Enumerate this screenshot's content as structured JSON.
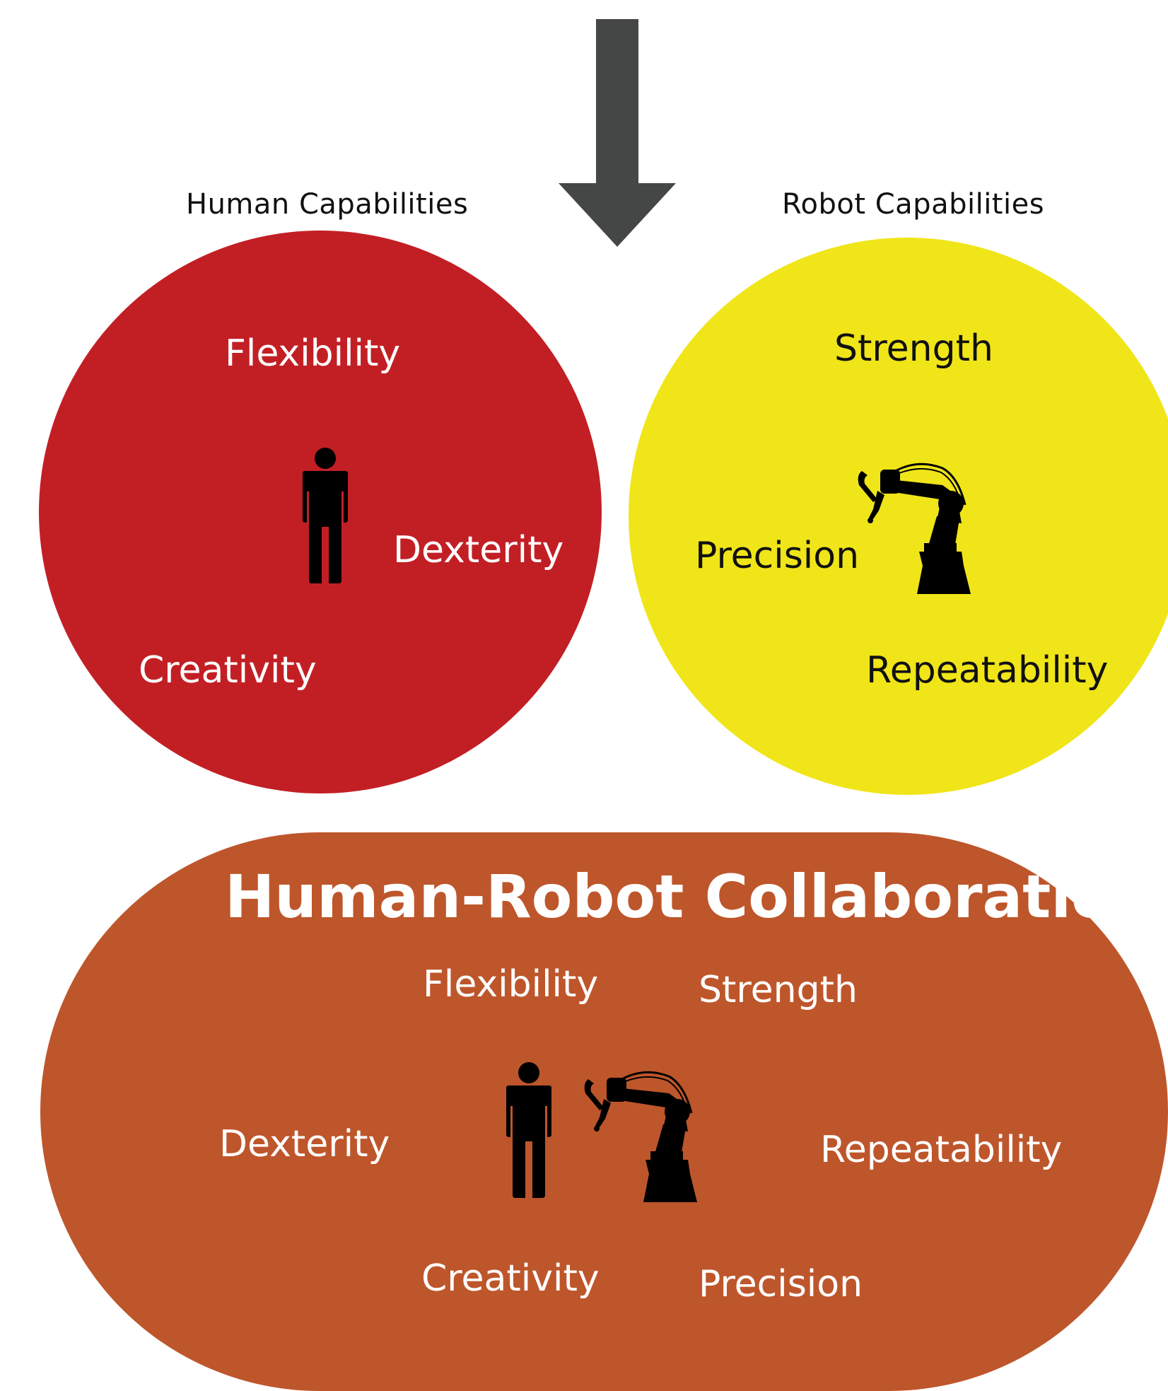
{
  "headings": {
    "human": "Human  Capabilities",
    "robot": "Robot  Capabilities"
  },
  "human_circle": {
    "color": "#c21f25",
    "labels": {
      "flexibility": "Flexibility",
      "dexterity": "Dexterity",
      "creativity": "Creativity"
    },
    "icon": "person-icon"
  },
  "robot_circle": {
    "color": "#f0e519",
    "labels": {
      "strength": "Strength",
      "precision": "Precision",
      "repeatability": "Repeatability"
    },
    "icon": "robot-arm-icon"
  },
  "collaboration": {
    "color": "#be562b",
    "title": "Human-Robot Collaboration",
    "labels": {
      "flexibility": "Flexibility",
      "strength": "Strength",
      "dexterity": "Dexterity",
      "repeatability": "Repeatability",
      "creativity": "Creativity",
      "precision": "Precision"
    },
    "icons": [
      "person-icon",
      "robot-arm-icon"
    ]
  },
  "arrow": {
    "color": "#454747",
    "icon": "down-arrow-icon"
  }
}
